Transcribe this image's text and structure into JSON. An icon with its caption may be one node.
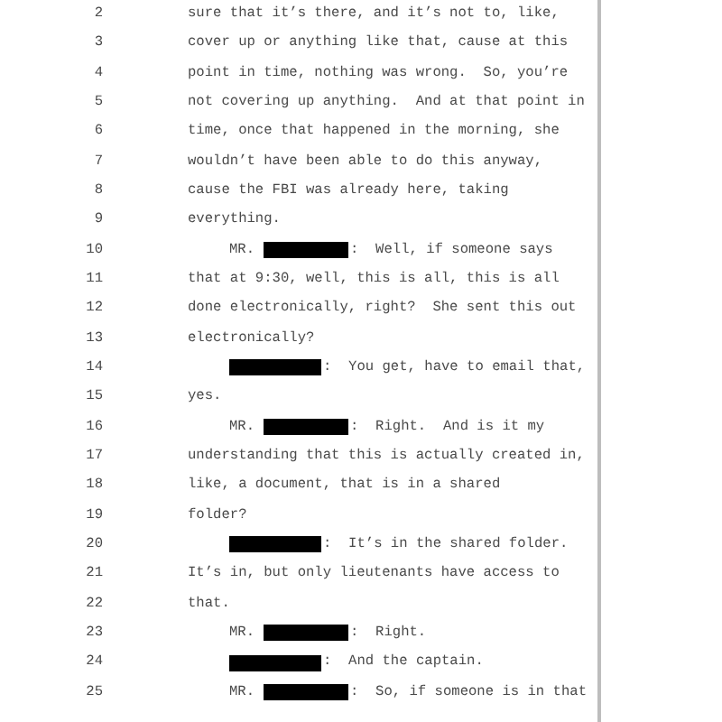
{
  "diagram": {
    "labels": [
      "2",
      "sure that it’s there, and it’s not to, like,",
      "3",
      "cover up or anything like that, cause at this",
      "4",
      "point in time, nothing was wrong.  So, you’re",
      "5",
      "not covering up anything.  And at that point in",
      "6",
      "time, once that happened in the morning, she",
      "7",
      "wouldn’t have been able to do this anyway,",
      "8",
      "cause the FBI was already here, taking",
      "9",
      "everything.",
      "10",
      "MR.",
      ":  Well, if someone says",
      "11",
      "that at 9:30, well, this is all, this is all",
      "12",
      "done electronically, right?  She sent this out",
      "13",
      "electronically?",
      "14",
      ":  You get, have to email that,",
      "15",
      "yes.",
      "16",
      "MR.",
      ":  Right.  And is it my",
      "17",
      "understanding that this is actually created in,",
      "18",
      "like, a document, that is in a shared",
      "19",
      "folder?",
      "20",
      ":  It’s in the shared folder.",
      "21",
      "It’s in, but only lieutenants have access to",
      "22",
      "that.",
      "23",
      "MR.",
      ":  Right.",
      "24",
      ":  And the captain.",
      "25",
      "MR.",
      ":  So, if someone is in that"
    ]
  }
}
